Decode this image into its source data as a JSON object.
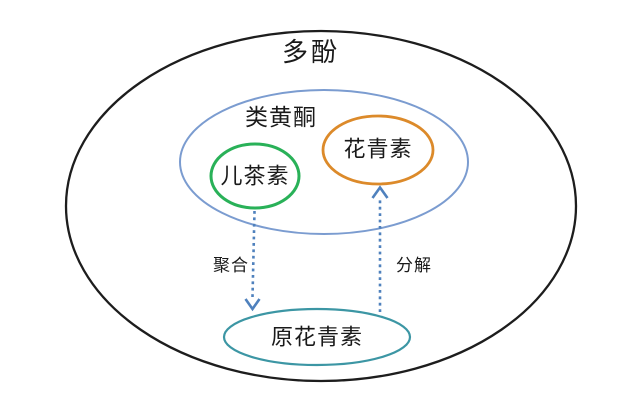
{
  "diagram": {
    "title": "多酚",
    "sets": {
      "polyphenol": {
        "label": "多酚"
      },
      "flavonoid": {
        "label": "类黄酮"
      },
      "catechin": {
        "label": "儿茶素"
      },
      "anthocyanin": {
        "label": "花青素"
      },
      "proanthocyanidin": {
        "label": "原花青素"
      }
    },
    "arrows": {
      "polymerization": {
        "label": "聚合",
        "from": "catechin",
        "to": "proanthocyanidin"
      },
      "decomposition": {
        "label": "分解",
        "from": "proanthocyanidin",
        "to": "anthocyanin"
      }
    },
    "colors": {
      "polyphenol_stroke": "#1d1d1d",
      "flavonoid_stroke": "#7b9cd0",
      "catechin_stroke": "#29b158",
      "anthocyanin_stroke": "#dc8a2a",
      "proanthocyanidin_stroke": "#3c96a4",
      "arrow": "#4f81bd",
      "text": "#1a1a1a",
      "background": "#ffffff"
    }
  }
}
